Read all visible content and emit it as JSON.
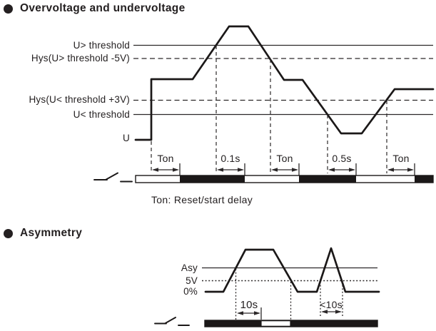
{
  "colors": {
    "ink": "#242021"
  },
  "overvoltage": {
    "title": "Overvoltage and undervoltage",
    "labels": {
      "u_over": "U> threshold",
      "hys_over": "Hys(U> threshold -5V)",
      "hys_under": "Hys(U< threshold +3V)",
      "u_under": "U< threshold",
      "u": "U"
    },
    "timing": [
      "Ton",
      "0.1s",
      "Ton",
      "0.5s",
      "Ton"
    ],
    "caption": "Ton: Reset/start delay"
  },
  "asymmetry": {
    "title": "Asymmetry",
    "labels": {
      "asy": "Asy",
      "five_v": "5V",
      "zero_pct": "0%"
    },
    "timing": [
      "10s",
      "<10s"
    ]
  }
}
